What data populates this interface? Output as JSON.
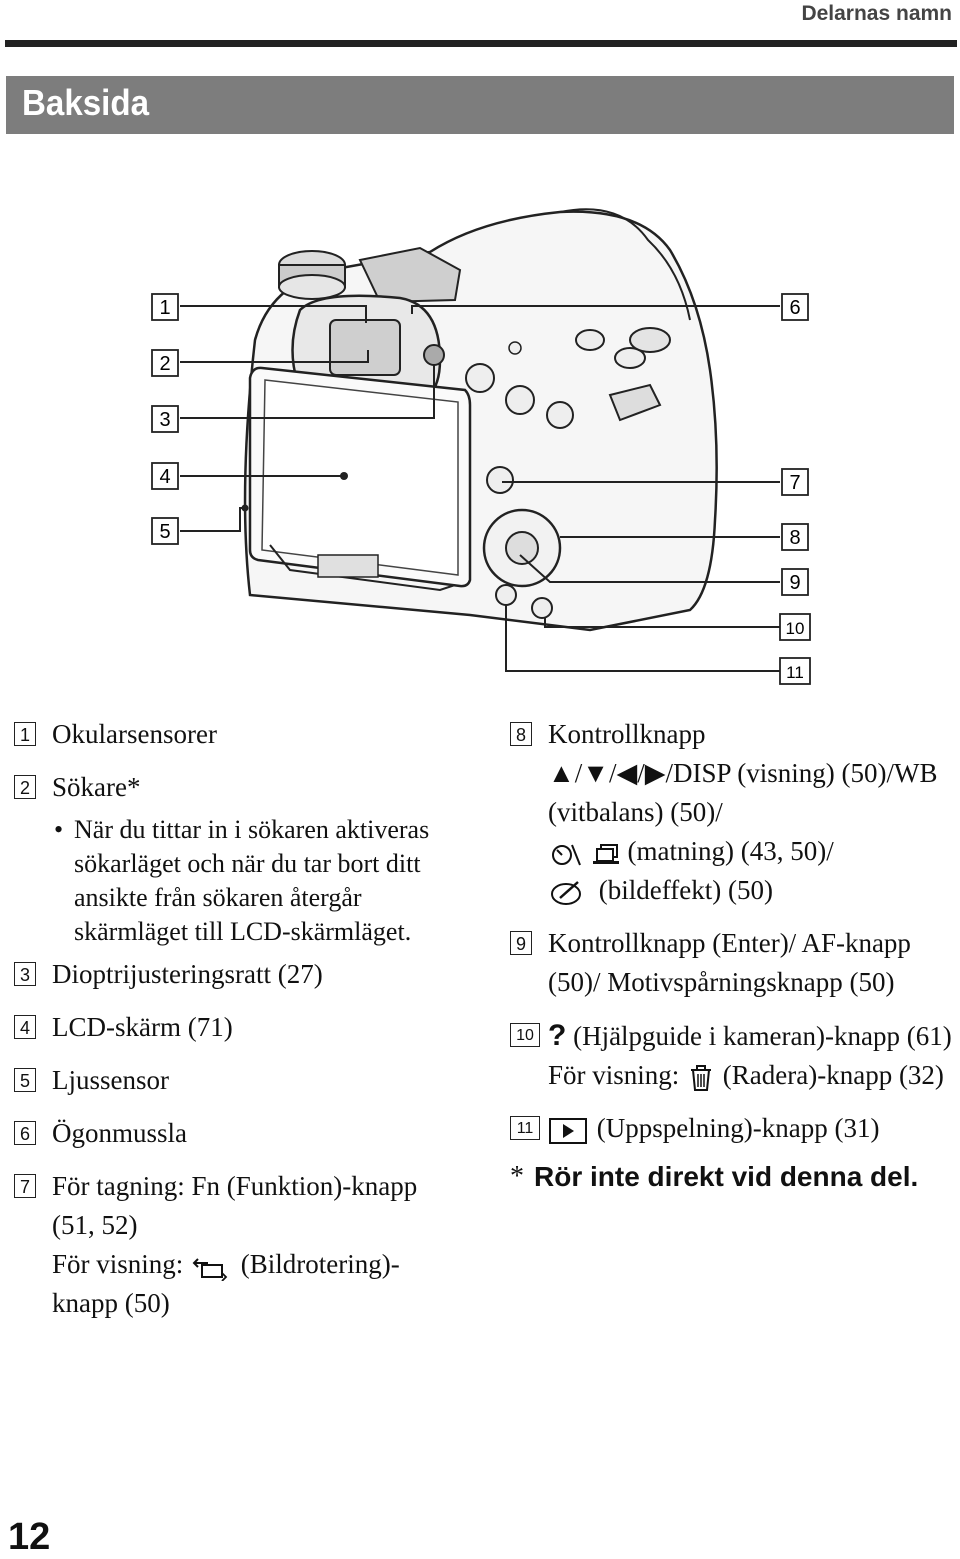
{
  "header": {
    "section": "Delarnas namn",
    "page_title": "Baksida",
    "page_number": "12"
  },
  "callouts": [
    "1",
    "2",
    "3",
    "4",
    "5",
    "6",
    "7",
    "8",
    "9",
    "10",
    "11"
  ],
  "left": {
    "i1": "Okularsensorer",
    "i2": "Sökare*",
    "bullet": "När du tittar in i sökaren aktiveras sökarläget och när du tar bort ditt ansikte från sökaren återgår skärmläget till LCD-skärmläget.",
    "i3": "Dioptrijusteringsratt (27)",
    "i4": "LCD-skärm (71)",
    "i5": "Ljussensor",
    "i6": "Ögonmussla",
    "i7a": "För tagning: Fn (Funktion)-knapp (51, 52)",
    "i7b_pre": "För visning:",
    "i7b_post": "(Bildrotering)-knapp (50)"
  },
  "right": {
    "i8a": "Kontrollknapp",
    "i8b": "▲/▼/◀/▶/DISP (visning) (50)/WB (vitbalans) (50)/",
    "i8c": "(matning) (43, 50)/",
    "i8d": "(bildeffekt) (50)",
    "i9": "Kontrollknapp (Enter)/ AF-knapp (50)/ Motivspårningsknapp (50)",
    "i10a": "(Hjälpguide i kameran)-knapp (61)",
    "i10b_pre": "För visning:",
    "i10b_post": "(Radera)-knapp (32)",
    "i11": "(Uppspelning)-knapp (31)",
    "note_star": "*",
    "note": "Rör inte direkt vid denna del."
  }
}
